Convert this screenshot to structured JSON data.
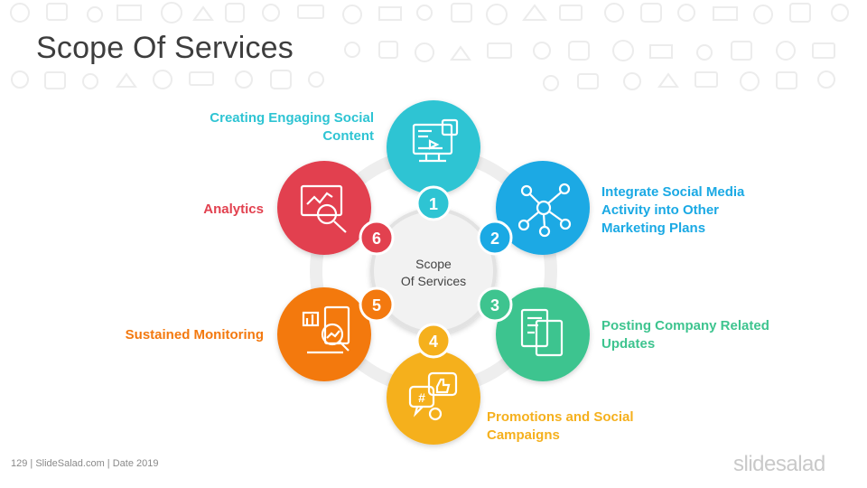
{
  "slide": {
    "title": "Scope Of Services",
    "center_label_line1": "Scope",
    "center_label_line2": "Of Services"
  },
  "items": [
    {
      "number": "1",
      "label_line1": "Creating Engaging Social",
      "label_line2": "Content",
      "color": "#2ec4d3",
      "icon": "monitor-media-icon"
    },
    {
      "number": "2",
      "label_line1": "Integrate Social Media",
      "label_line2": "Activity into Other",
      "label_line3": "Marketing Plans",
      "color": "#1aa9e4",
      "icon": "network-nodes-icon"
    },
    {
      "number": "3",
      "label_line1": "Posting Company Related",
      "label_line2": "Updates",
      "color": "#3ec48f",
      "icon": "document-list-icon"
    },
    {
      "number": "4",
      "label_line1": "Promotions and Social",
      "label_line2": "Campaigns",
      "color": "#f5b01d",
      "icon": "chat-bubbles-icon"
    },
    {
      "number": "5",
      "label_line1": "Sustained Monitoring",
      "color": "#f3790f",
      "icon": "report-magnifier-icon"
    },
    {
      "number": "6",
      "label_line1": "Analytics",
      "color": "#e2414f",
      "icon": "chart-magnifier-icon"
    }
  ],
  "footer": {
    "text": "129   | SlideSalad.com | Date 2019",
    "brand": "slidesalad"
  }
}
